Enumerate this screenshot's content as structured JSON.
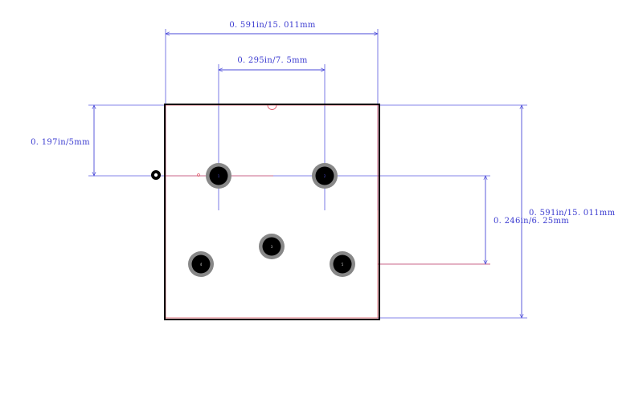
{
  "colors": {
    "dimension": "#4a4ad8",
    "outline": "#000000",
    "silk": "#e05a6a",
    "pad_ring": "#888888",
    "pad_hole": "#000000"
  },
  "dimensions": {
    "overall_width": "0. 591in/15. 011mm",
    "pin_pitch": "0. 295in/7. 5mm",
    "top_to_pin_row": "0. 197in/5mm",
    "pin_row_spacing": "0. 246in/6. 25mm",
    "overall_height": "0. 591in/15. 011mm"
  },
  "pads": [
    {
      "name": "pad-1",
      "label": "1"
    },
    {
      "name": "pad-2",
      "label": "2"
    },
    {
      "name": "pad-3",
      "label": "3"
    },
    {
      "name": "pad-4",
      "label": "4"
    },
    {
      "name": "pad-5",
      "label": "5"
    }
  ]
}
